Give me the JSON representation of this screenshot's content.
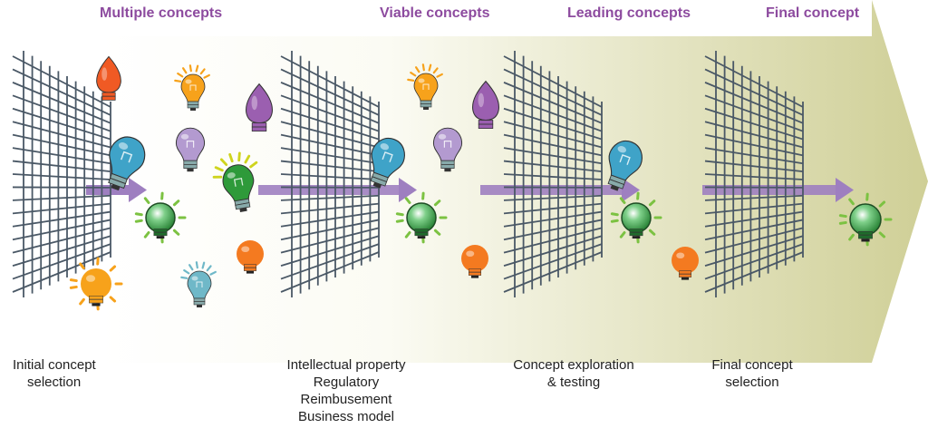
{
  "stages": [
    {
      "title": "Multiple concepts"
    },
    {
      "title": "Viable concepts"
    },
    {
      "title": "Leading concepts"
    },
    {
      "title": "Final concept"
    }
  ],
  "captions": [
    {
      "lines": [
        "Initial concept",
        "selection"
      ]
    },
    {
      "lines": [
        "Intellectual property",
        "Regulatory",
        "Reimbusement",
        "Business model"
      ]
    },
    {
      "lines": [
        "Concept exploration",
        "& testing"
      ]
    },
    {
      "lines": [
        "Final concept",
        "selection"
      ]
    }
  ],
  "colors": {
    "title": "#8d4b9f",
    "arrow_start": "#ffffff",
    "arrow_end": "#cfcf96",
    "grid": "#4a5866",
    "stage_arrow": "#9e7fc0",
    "bulb_blue": "#3fa3c8",
    "bulb_green": "#2e9a3a",
    "bulb_orange": "#f47a20",
    "bulb_red_orange": "#f05a24",
    "bulb_purple": "#9b5fb0",
    "bulb_lavender": "#b39ad0",
    "bulb_teal": "#6fb8c8",
    "bulb_yellow_orange": "#f7a21b"
  },
  "icons": [
    "filter-grid-icon",
    "lightbulb-icon",
    "stage-arrow-icon"
  ]
}
